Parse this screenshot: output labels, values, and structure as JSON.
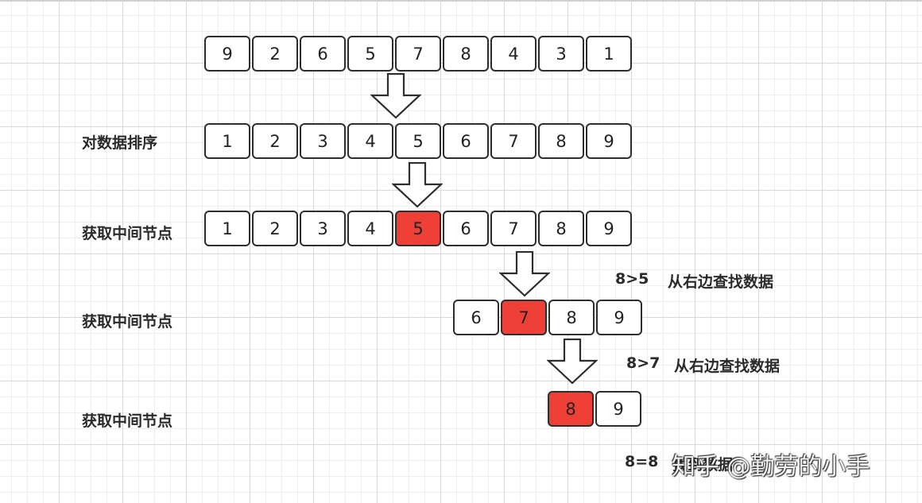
{
  "rows": [
    [
      "9",
      "2",
      "6",
      "5",
      "7",
      "8",
      "4",
      "3",
      "1"
    ],
    [
      "1",
      "2",
      "3",
      "4",
      "5",
      "6",
      "7",
      "8",
      "9"
    ],
    [
      "1",
      "2",
      "3",
      "4",
      "5",
      "6",
      "7",
      "8",
      "9"
    ],
    [
      "6",
      "7",
      "8",
      "9"
    ],
    [
      "8",
      "9"
    ]
  ],
  "labels": {
    "sort": "对数据排序",
    "middle_1": "获取中间节点",
    "middle_2": "获取中间节点",
    "middle_3": "获取中间节点"
  },
  "notes": {
    "cmp_1": "8>5",
    "dir_1": "从右边查找数据",
    "cmp_2": "8>7",
    "dir_2": "从右边查找数据",
    "cmp_3": "8=8",
    "dir_3": "找到数据"
  },
  "watermark": "知乎 @勤劳的小手",
  "colors": {
    "highlight": "#ef4037",
    "border": "#2e2e2e",
    "grid": "#d9d9d9"
  }
}
